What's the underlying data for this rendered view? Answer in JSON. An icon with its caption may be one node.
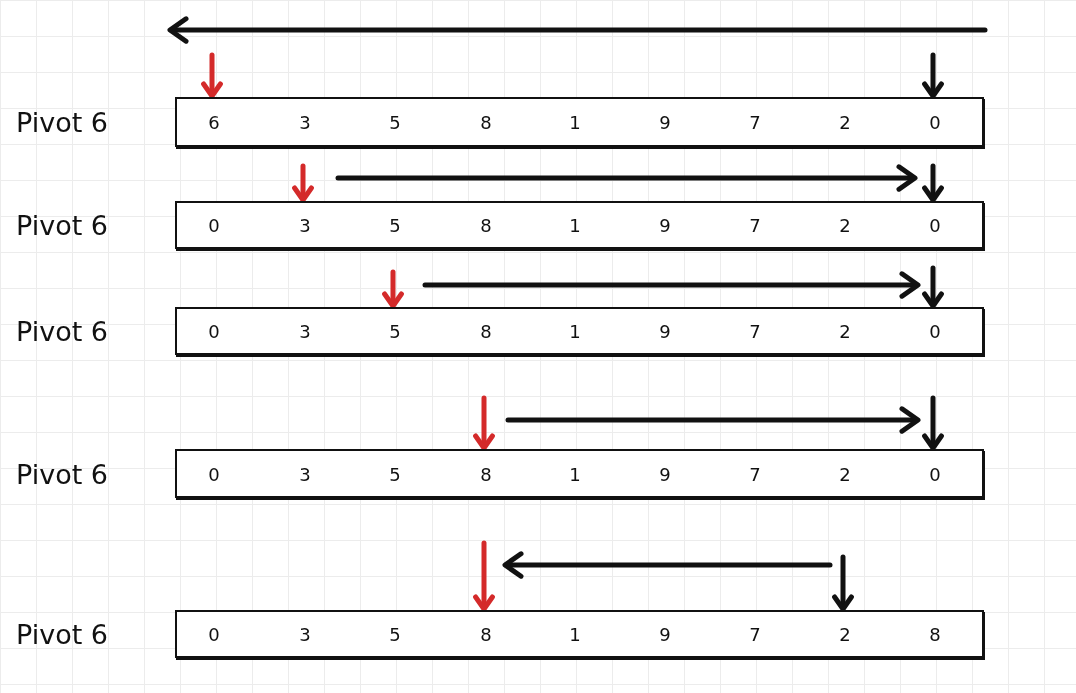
{
  "diagram": {
    "nodes": [
      {
        "text": [
          "6",
          "3",
          "5",
          "8",
          "1",
          "9",
          "7",
          "2",
          "0"
        ],
        "beside": [
          "Pivot 6"
        ]
      },
      {
        "text": [
          "0",
          "3",
          "5",
          "8",
          "1",
          "9",
          "7",
          "2",
          "0"
        ],
        "beside": [
          "Pivot 6"
        ]
      },
      {
        "text": [
          "0",
          "3",
          "5",
          "8",
          "1",
          "9",
          "7",
          "2",
          "0"
        ],
        "beside": [
          "Pivot 6"
        ]
      },
      {
        "text": [
          "0",
          "3",
          "5",
          "8",
          "1",
          "9",
          "7",
          "2",
          "0"
        ],
        "beside": [
          "Pivot 6"
        ]
      },
      {
        "text": [
          "0",
          "3",
          "5",
          "8",
          "1",
          "9",
          "7",
          "2",
          "8"
        ],
        "beside": [
          "Pivot 6"
        ]
      }
    ],
    "edges": [
      {
        "from": null,
        "to": 0,
        "arrow": "to",
        "color": "#d42a2a"
      },
      {
        "from": null,
        "to": 0,
        "arrow": "to",
        "color": "#111111"
      },
      {
        "from": null,
        "to": 1,
        "arrow": "to",
        "color": "#d42a2a"
      },
      {
        "from": null,
        "to": 1,
        "arrow": "to",
        "color": "#111111"
      },
      {
        "from": null,
        "to": 2,
        "arrow": "to",
        "color": "#d42a2a"
      },
      {
        "from": null,
        "to": 2,
        "arrow": "to",
        "color": "#111111"
      },
      {
        "from": null,
        "to": 3,
        "arrow": "to",
        "color": "#d42a2a"
      },
      {
        "from": null,
        "to": 3,
        "arrow": "to",
        "color": "#111111"
      },
      {
        "from": null,
        "to": 4,
        "arrow": "to",
        "color": "#d42a2a"
      },
      {
        "from": null,
        "to": 4,
        "arrow": "to",
        "color": "#111111"
      }
    ]
  }
}
